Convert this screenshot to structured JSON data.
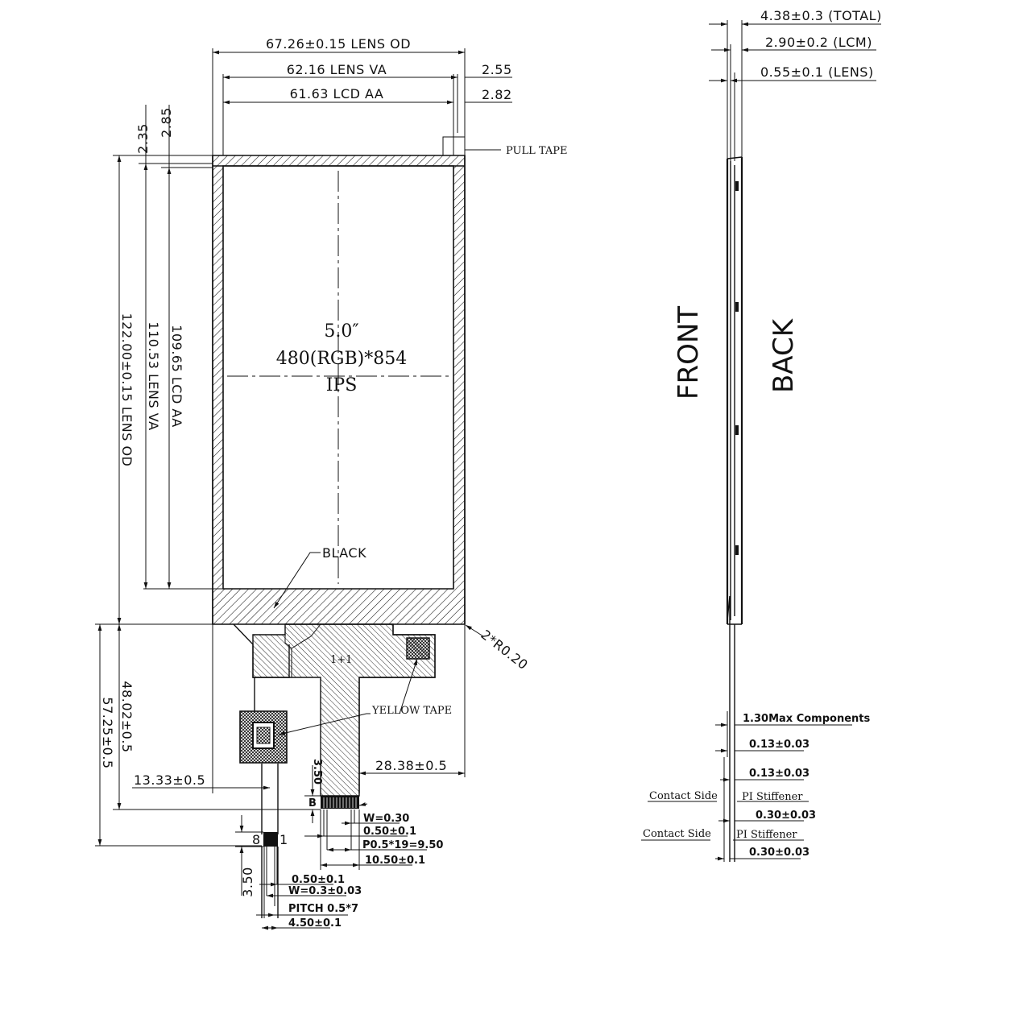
{
  "front_view": {
    "top_dims": {
      "lens_od": "67.26±0.15 LENS OD",
      "lens_va": "62.16 LENS VA",
      "lcd_aa": "61.63 LCD AA",
      "offset_va": "2.55",
      "offset_aa": "2.82"
    },
    "left_dims": {
      "offset_va": "2.35",
      "offset_aa": "2.85",
      "lcd_aa": "109.65 LCD AA",
      "lens_va": "110.53 LENS VA",
      "lens_od": "122.00±0.15 LENS OD"
    },
    "center_text": {
      "size": "5.0″",
      "resolution": "480(RGB)*854",
      "panel": "IPS"
    },
    "callouts": {
      "pull_tape": "PULL TAPE",
      "black": "BLACK",
      "yellow_tape": "YELLOW TAPE",
      "corner_radius": "2*R0.20",
      "fpc_mark": "1+1"
    },
    "fpc_dims": {
      "fpc_len_1": "48.02±0.5",
      "fpc_len_2": "57.25±0.5",
      "offset_left": "13.33±0.5",
      "offset_right": "28.38±0.5",
      "stiff_h": "3.50",
      "stiff_b": "B",
      "w": "W=0.30",
      "gap": "0.50±0.1",
      "pitch": "P0.5*19=9.50",
      "width": "10.50±0.1"
    },
    "conn_dims": {
      "pin_8": "8",
      "pin_1": "1",
      "h": "3.50",
      "gap": "0.50±0.1",
      "w": "W=0.3±0.03",
      "pitch": "PITCH 0.5*7",
      "width": "4.50±0.1"
    }
  },
  "side_view": {
    "total": "4.38±0.3 (TOTAL)",
    "lcm": "2.90±0.2 (LCM)",
    "lens": "0.55±0.1 (LENS)",
    "front": "FRONT",
    "back": "BACK",
    "components": "1.30Max Components",
    "t1": "0.13±0.03",
    "t2": "0.13±0.03",
    "contact_side_1": "Contact Side",
    "pi_stiffener_1": "PI Stiffener",
    "t3": "0.30±0.03",
    "contact_side_2": "Contact Side",
    "pi_stiffener_2": "PI Stiffener",
    "t4": "0.30±0.03"
  }
}
